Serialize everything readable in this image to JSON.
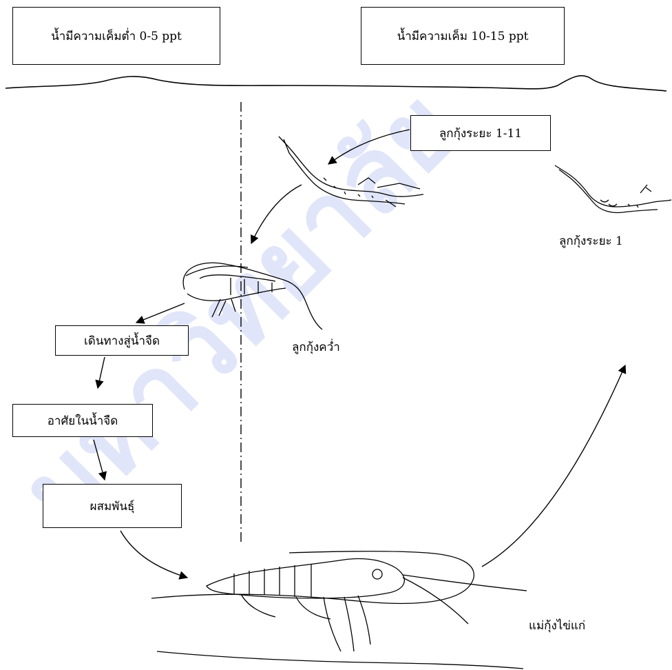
{
  "boxes": {
    "low_salinity": "น้ำมีความเค็มต่ำ 0-5 ppt",
    "high_salinity": "น้ำมีความเค็ม 10-15 ppt",
    "larvae_stage": "ลูกกุ้งระยะ 1-11",
    "migrate": "เดินทางสู่น้ำจืด",
    "live_freshwater": "อาศัยในน้ำจืด",
    "breeding": "ผสมพันธุ์"
  },
  "labels": {
    "stage1": "ลูกกุ้งระยะ 1",
    "postlarva": "ลูกกุ้งคว่ำ",
    "gravid_female": "แม่กุ้งไข่แก่"
  },
  "watermark": "มหาวิทยาลัย",
  "colors": {
    "ink": "#000000",
    "watermark": "#5a6edc"
  }
}
